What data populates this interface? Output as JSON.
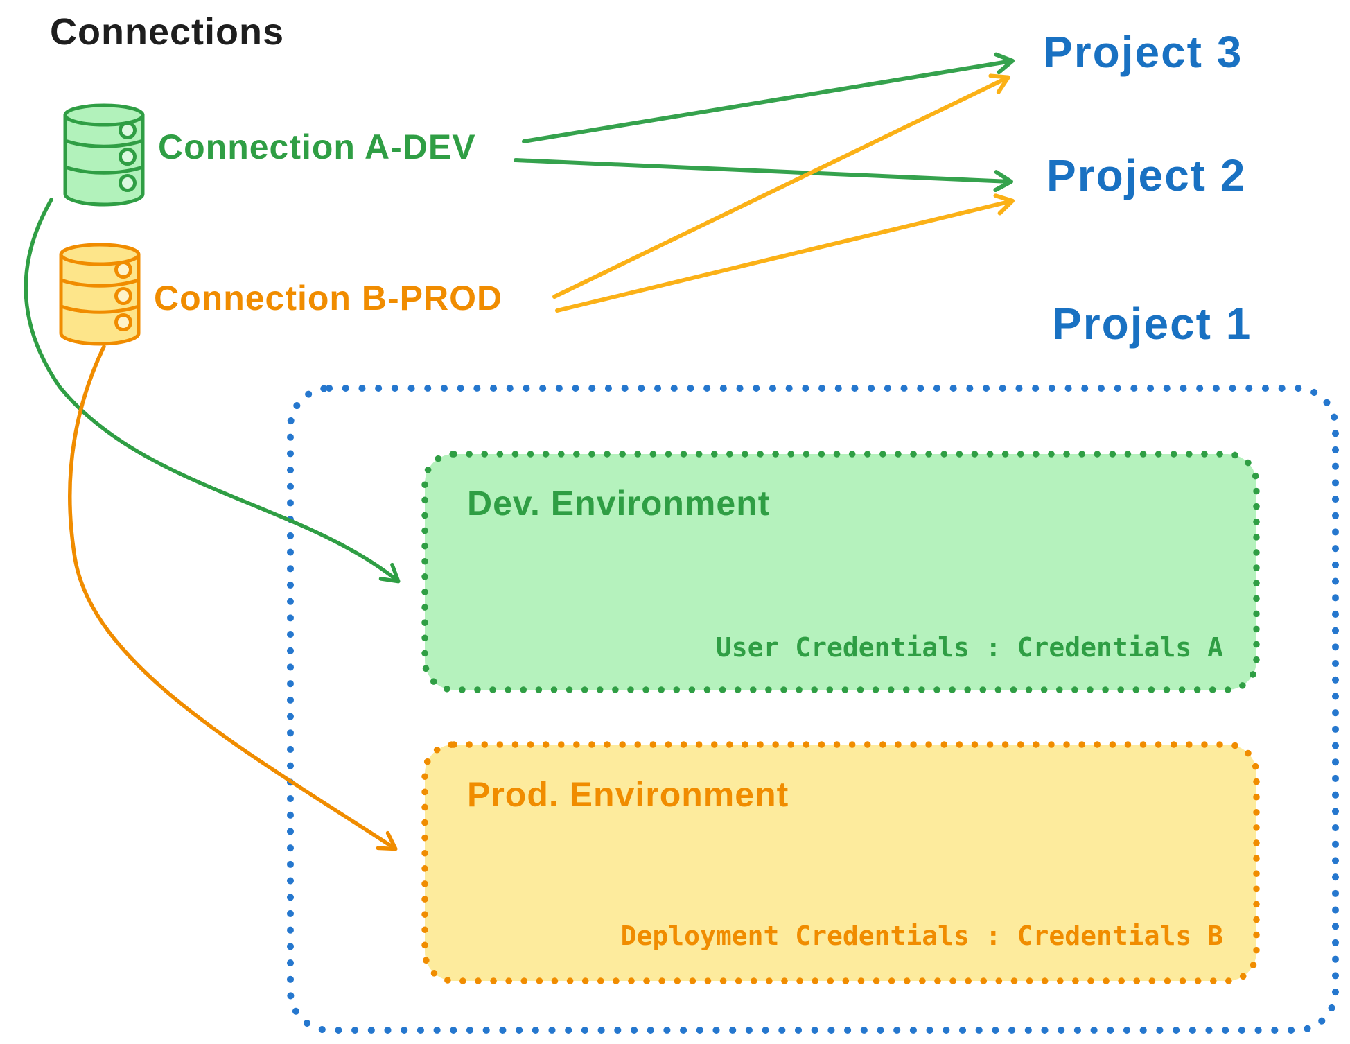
{
  "title": "Connections",
  "palette": {
    "ink": "#1e1e1e",
    "blue": "#1971c2",
    "green_stroke": "#2f9e44",
    "green_fill": "#b2f2bb",
    "green_arrow": "#35a24d",
    "orange_stroke": "#f08c00",
    "orange_fill": "#ffec99",
    "orange_arrow": "#fbb117"
  },
  "connections": [
    {
      "label": "Connection A-DEV",
      "icon": "database-icon",
      "color": "#2f9e44"
    },
    {
      "label": "Connection B-PROD",
      "icon": "database-icon",
      "color": "#f08c00"
    }
  ],
  "projects": [
    {
      "label": "Project 3"
    },
    {
      "label": "Project 2"
    },
    {
      "label": "Project 1"
    }
  ],
  "environments": {
    "dev": {
      "title": "Dev. Environment",
      "credentials": "User Credentials : Credentials A"
    },
    "prod": {
      "title": "Prod. Environment",
      "credentials": "Deployment Credentials : Credentials B"
    }
  },
  "arrows": [
    {
      "from": "Connection A-DEV",
      "to": "Project 3"
    },
    {
      "from": "Connection A-DEV",
      "to": "Project 2"
    },
    {
      "from": "Connection B-PROD",
      "to": "Project 3"
    },
    {
      "from": "Connection B-PROD",
      "to": "Project 2"
    },
    {
      "from": "Connection A-DEV",
      "to": "Dev. Environment"
    },
    {
      "from": "Connection B-PROD",
      "to": "Prod. Environment"
    }
  ]
}
